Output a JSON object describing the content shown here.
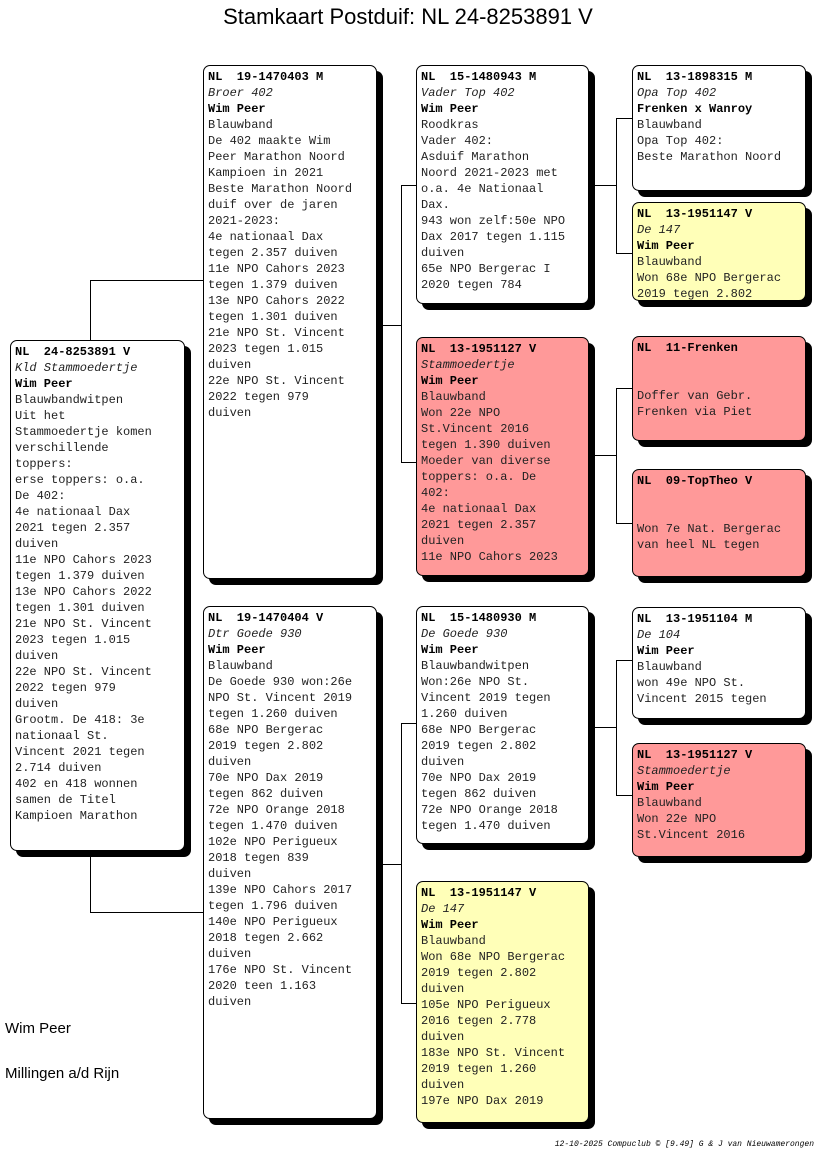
{
  "title": "Stamkaart Postduif: NL  24-8253891 V",
  "colors": {
    "white": "#ffffff",
    "pink": "#ff9999",
    "yellow": "#ffffb8"
  },
  "cards": [
    {
      "key": "subject",
      "color": "white",
      "ring": "NL  24-8253891 V",
      "name": "Kld Stammoedertje",
      "owner": "Wim Peer",
      "notes": [
        "Blauwbandwitpen",
        "Uit het",
        "Stammoedertje komen",
        "verschillende",
        "toppers:",
        "erse toppers: o.a.",
        "De 402:",
        "4e nationaal Dax",
        "2021 tegen 2.357",
        "duiven",
        "11e NPO Cahors 2023",
        "tegen 1.379 duiven",
        "13e NPO Cahors 2022",
        "tegen 1.301 duiven",
        "21e NPO St. Vincent",
        "2023 tegen 1.015",
        "duiven",
        "22e NPO St. Vincent",
        "2022 tegen 979",
        "duiven",
        "Grootm. De 418: 3e",
        "nationaal St.",
        "Vincent 2021 tegen",
        "2.714 duiven",
        "402 en 418 wonnen",
        "samen de Titel",
        "Kampioen Marathon"
      ]
    },
    {
      "key": "father",
      "color": "white",
      "ring": "NL  19-1470403 M",
      "name": "Broer 402",
      "owner": "Wim Peer",
      "notes": [
        "Blauwband",
        "De 402 maakte Wim",
        "Peer Marathon Noord",
        "Kampioen in 2021",
        "Beste Marathon Noord",
        "duif over de jaren",
        "2021-2023:",
        "4e nationaal Dax",
        "tegen 2.357 duiven",
        "11e NPO Cahors 2023",
        "tegen 1.379 duiven",
        "13e NPO Cahors 2022",
        "tegen 1.301 duiven",
        "21e NPO St. Vincent",
        "2023 tegen 1.015",
        "duiven",
        "22e NPO St. Vincent",
        "2022 tegen 979",
        "duiven"
      ]
    },
    {
      "key": "mother",
      "color": "white",
      "ring": "NL  19-1470404 V",
      "name": "Dtr Goede 930",
      "owner": "Wim Peer",
      "notes": [
        "Blauwband",
        "De Goede 930 won:26e",
        "NPO St. Vincent 2019",
        "tegen 1.260 duiven",
        "68e NPO Bergerac",
        "2019 tegen 2.802",
        "duiven",
        "70e NPO Dax 2019",
        "tegen 862 duiven",
        "72e NPO Orange 2018",
        "tegen 1.470 duiven",
        "102e NPO Perigueux",
        "2018 tegen 839",
        "duiven",
        "139e NPO Cahors 2017",
        "tegen 1.796 duiven",
        "140e NPO Perigueux",
        "2018 tegen 2.662",
        "duiven",
        "176e NPO St. Vincent",
        "2020 teen 1.163",
        "duiven"
      ]
    },
    {
      "key": "ff",
      "color": "white",
      "ring": "NL  15-1480943 M",
      "name": "Vader Top 402",
      "owner": "Wim Peer",
      "notes": [
        "Roodkras",
        "Vader 402:",
        "Asduif Marathon",
        "Noord 2021-2023 met",
        "o.a. 4e Nationaal",
        "Dax.",
        "943 won zelf:50e NPO",
        "Dax 2017 tegen 1.115",
        "duiven",
        "65e NPO Bergerac I",
        "2020 tegen 784"
      ]
    },
    {
      "key": "fm",
      "color": "pink",
      "ring": "NL  13-1951127 V",
      "name": "Stammoedertje",
      "owner": "Wim Peer",
      "notes": [
        "Blauwband",
        "Won 22e NPO",
        "St.Vincent 2016",
        "tegen 1.390 duiven",
        "Moeder van diverse",
        "toppers: o.a. De",
        "402:",
        "4e nationaal Dax",
        "2021 tegen 2.357",
        "duiven",
        "11e NPO Cahors 2023"
      ]
    },
    {
      "key": "mf",
      "color": "white",
      "ring": "NL  15-1480930 M",
      "name": "De Goede 930",
      "owner": "Wim Peer",
      "notes": [
        "Blauwbandwitpen",
        "Won:26e NPO St.",
        "Vincent 2019 tegen",
        "1.260 duiven",
        "68e NPO Bergerac",
        "2019 tegen 2.802",
        "duiven",
        "70e NPO Dax 2019",
        "tegen 862 duiven",
        "72e NPO Orange 2018",
        "tegen 1.470 duiven"
      ]
    },
    {
      "key": "mm",
      "color": "yellow",
      "ring": "NL  13-1951147 V",
      "name": "De 147",
      "owner": "Wim Peer",
      "notes": [
        "Blauwband",
        "Won 68e NPO Bergerac",
        "2019 tegen 2.802",
        "duiven",
        "105e NPO Perigueux",
        "2016 tegen 2.778",
        "duiven",
        "183e NPO St. Vincent",
        "2019 tegen 1.260",
        "duiven",
        "197e NPO Dax 2019"
      ]
    },
    {
      "key": "fff",
      "color": "white",
      "ring": "NL  13-1898315 M",
      "name": "Opa Top 402",
      "owner": "Frenken x Wanroy",
      "notes": [
        "Blauwband",
        "Opa Top 402:",
        "Beste Marathon Noord"
      ]
    },
    {
      "key": "ffm",
      "color": "yellow",
      "ring": "NL  13-1951147 V",
      "name": "De 147",
      "owner": "Wim Peer",
      "notes": [
        "Blauwband",
        "Won 68e NPO Bergerac",
        "2019 tegen 2.802"
      ]
    },
    {
      "key": "fmf",
      "color": "pink",
      "ring": "NL  11-Frenken",
      "name": "",
      "owner": "",
      "notes": [
        "",
        "",
        "Doffer van Gebr.",
        "Frenken via Piet"
      ]
    },
    {
      "key": "fmm",
      "color": "pink",
      "ring": "NL  09-TopTheo V",
      "name": "",
      "owner": "",
      "notes": [
        "",
        "",
        "Won 7e Nat. Bergerac",
        "van heel NL tegen"
      ]
    },
    {
      "key": "mff",
      "color": "white",
      "ring": "NL  13-1951104 M",
      "name": "De 104",
      "owner": "Wim Peer",
      "notes": [
        "Blauwband",
        "won 49e NPO St.",
        "Vincent 2015 tegen"
      ]
    },
    {
      "key": "mfm",
      "color": "pink",
      "ring": "NL  13-1951127 V",
      "name": "Stammoedertje",
      "owner": "Wim Peer",
      "notes": [
        "Blauwband",
        "Won 22e NPO",
        "St.Vincent 2016"
      ]
    }
  ],
  "footer": {
    "owner": "Wim Peer",
    "location": "Millingen a/d Rijn",
    "stamp": "12-10-2025   Compuclub © [9.49]  G & J van Nieuwamerongen"
  }
}
